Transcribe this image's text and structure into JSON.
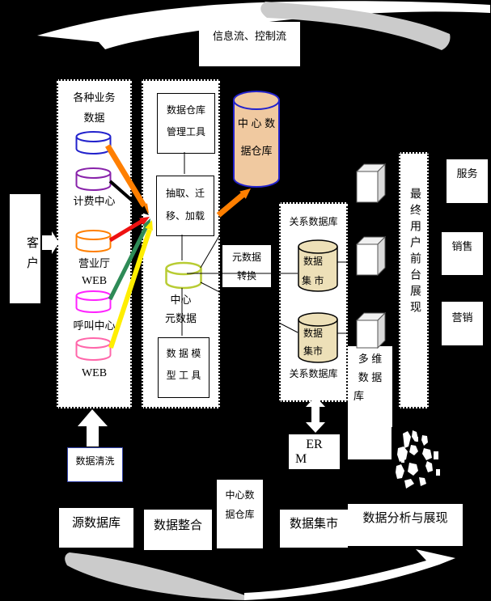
{
  "colors": {
    "canvas_bg": "#000000",
    "swoosh_white": "#ffffff",
    "swoosh_gray": "#cbcbcb",
    "cyl_blue": "#2222cc",
    "cyl_purple": "#8822aa",
    "cyl_orange": "#ff7f00",
    "cyl_magenta": "#ff22ff",
    "cyl_pink": "#ff66aa",
    "cyl_meta_green": "#b8cc33",
    "warehouse_fill": "#f0c9a0",
    "warehouse_stroke": "#2222cc",
    "mart_fill": "#ede0b8",
    "mart_stroke": "#000000",
    "arrow_orange": "#ff7f00",
    "arrow_black": "#000000",
    "arrow_red": "#ee1111",
    "arrow_green": "#2e8b57",
    "arrow_yellow": "#ffee00",
    "clean_border": "#3344aa"
  },
  "top_flow": {
    "label": "信息流、控制流"
  },
  "client": {
    "label": "客户"
  },
  "source_panel": {
    "title1": "各种业务",
    "title2": "数据",
    "billing_label": "计费中心",
    "hall_label": "营业厅",
    "hall_web_label": "WEB",
    "call_label": "呼叫中心",
    "web_label": "WEB"
  },
  "mid_panel": {
    "mgmt1": "数据仓库",
    "mgmt2": "管理工具",
    "etl1": "抽取、迁",
    "etl2": "移、加载",
    "meta1": "中心",
    "meta2": "元数据",
    "model1": "数 据 模",
    "model2": "型 工 具"
  },
  "central_warehouse": {
    "line1": "中 心 数",
    "line2": "据仓库"
  },
  "meta_convert": {
    "line1": "元数据",
    "line2": "转换"
  },
  "relational": {
    "top_label": "关系数据库",
    "bottom_label": "关系数据库",
    "mart1_line1": "数据",
    "mart1_line2": "集 市",
    "mart2_line1": "数据",
    "mart2_line2": "集市"
  },
  "multidim": {
    "line1": "多 维",
    "line2": "数 据",
    "line3": "库"
  },
  "frontend": {
    "label": "最终用户前台展现"
  },
  "consumers": {
    "service": "服务",
    "sales": "销售",
    "marketing": "营销"
  },
  "bottom": {
    "clean": "数据清洗",
    "source_db": "源数据库",
    "integration": "数据整合",
    "central1": "中心数",
    "central2": "据仓库",
    "erm1": "ER",
    "erm2": "M",
    "mart": "数据集市",
    "analysis": "数据分析与展现"
  }
}
